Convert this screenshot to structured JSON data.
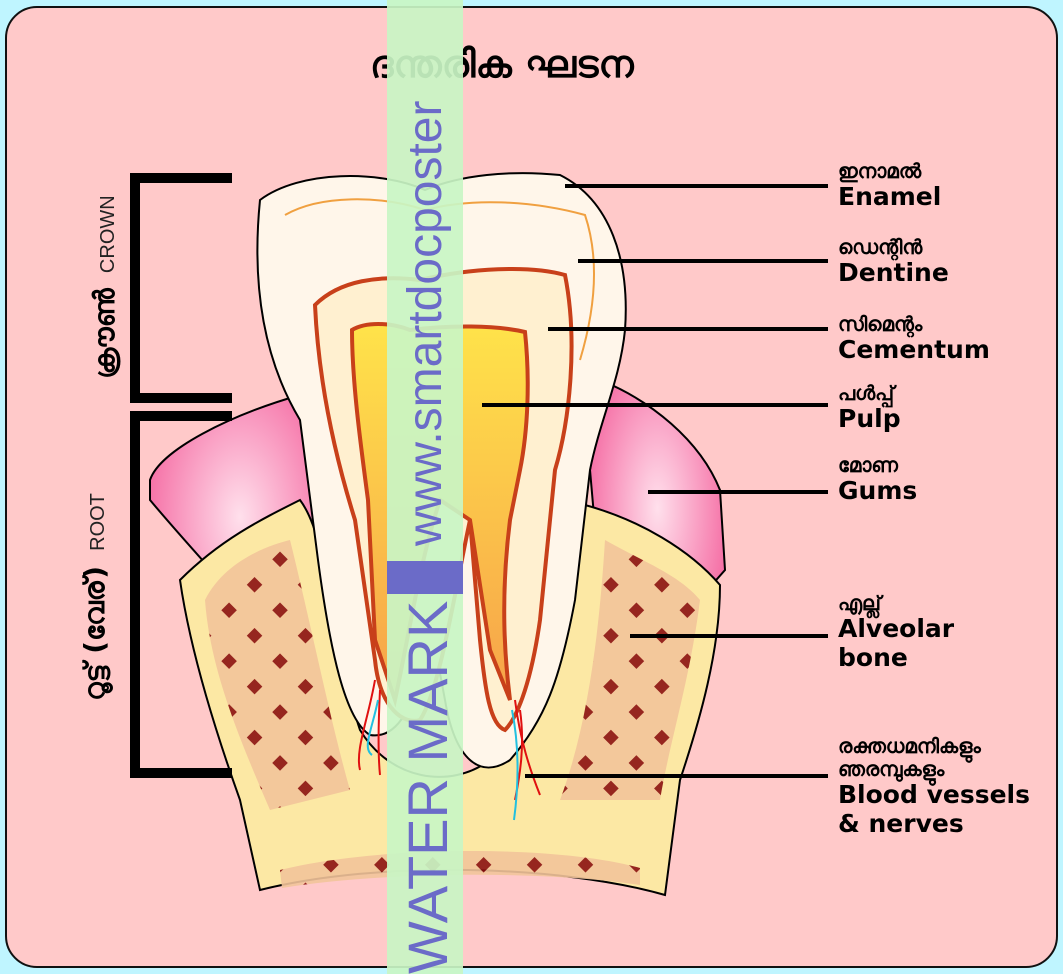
{
  "title": "ദന്തരിക ഘടന",
  "regions": {
    "crown": {
      "ml": "ക്രൗൺ",
      "en": "CROWN"
    },
    "root": {
      "ml": "റൂട്ട് (വേര്)",
      "en": "ROOT"
    }
  },
  "labels": [
    {
      "ml": "ഇനാമൽ",
      "en": "Enamel"
    },
    {
      "ml": "ഡെന്റിൻ",
      "en": "Dentine"
    },
    {
      "ml": "സിമെന്റം",
      "en": "Cementum"
    },
    {
      "ml": "പൾപ്പ്",
      "en": "Pulp"
    },
    {
      "ml": "മോണ",
      "en": "Gums"
    },
    {
      "ml": "എല്ല്",
      "en": "Alveolar bone"
    },
    {
      "ml": "രക്തധമനികളും ഞരമ്പുകളും",
      "en": "Blood vessels & nerves"
    }
  ],
  "watermark": {
    "site": "www.smartdocposter",
    "mark": "WATER MARK"
  },
  "colors": {
    "background": "#bff5ff",
    "card": "#ffc9c9",
    "gum": "#f25c9c",
    "bone": "#fce8a4",
    "pulp": "#ffd42a",
    "watermark": "#6b6bc8"
  }
}
